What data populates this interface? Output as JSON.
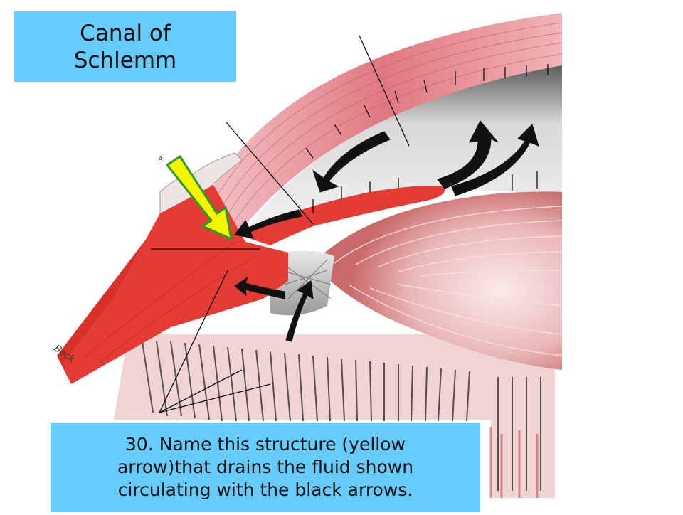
{
  "answer_label": "Canal of Schlemm",
  "question_text": "30. Name this structure (yellow arrow)that drains the fluid shown circulating with the black arrows.",
  "illustrator_signature": "Beck",
  "small_letter": "A",
  "colors": {
    "label_box": "#66ccff",
    "pointer_arrow_fill": "#f5f500",
    "pointer_arrow_outline": "#2e9a2e",
    "flow_arrows": "#111111",
    "sclera_cornea": "#e07880",
    "iris_red": "#e43c34",
    "lens": "#e8b8b8"
  },
  "icons": [
    "yellow-pointer-arrow",
    "fluid-flow-arrows"
  ]
}
